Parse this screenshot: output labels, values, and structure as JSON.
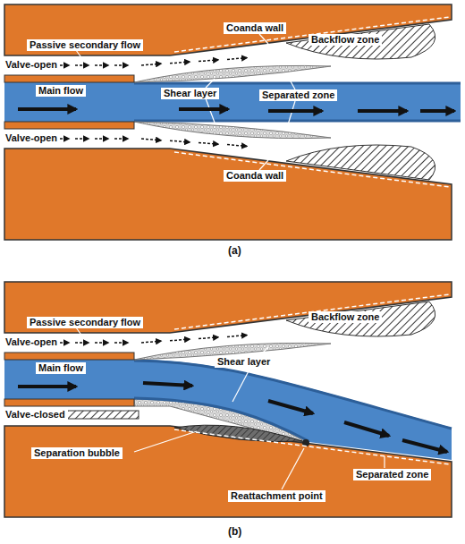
{
  "diagram": {
    "labels": [
      "Passive secondary flow",
      "Coanda wall",
      "Valve-open",
      "Main flow",
      "Shear layer",
      "Backflow zone",
      "Separated zone",
      "Valve-open",
      "Coanda wall",
      "(a)",
      "Passive secondary flow",
      "Valve-open",
      "Backflow zone",
      "Main flow",
      "Shear layer",
      "Valve-closed",
      "Separation bubble",
      "Reattachment point",
      "Separated zone",
      "(b)"
    ]
  }
}
